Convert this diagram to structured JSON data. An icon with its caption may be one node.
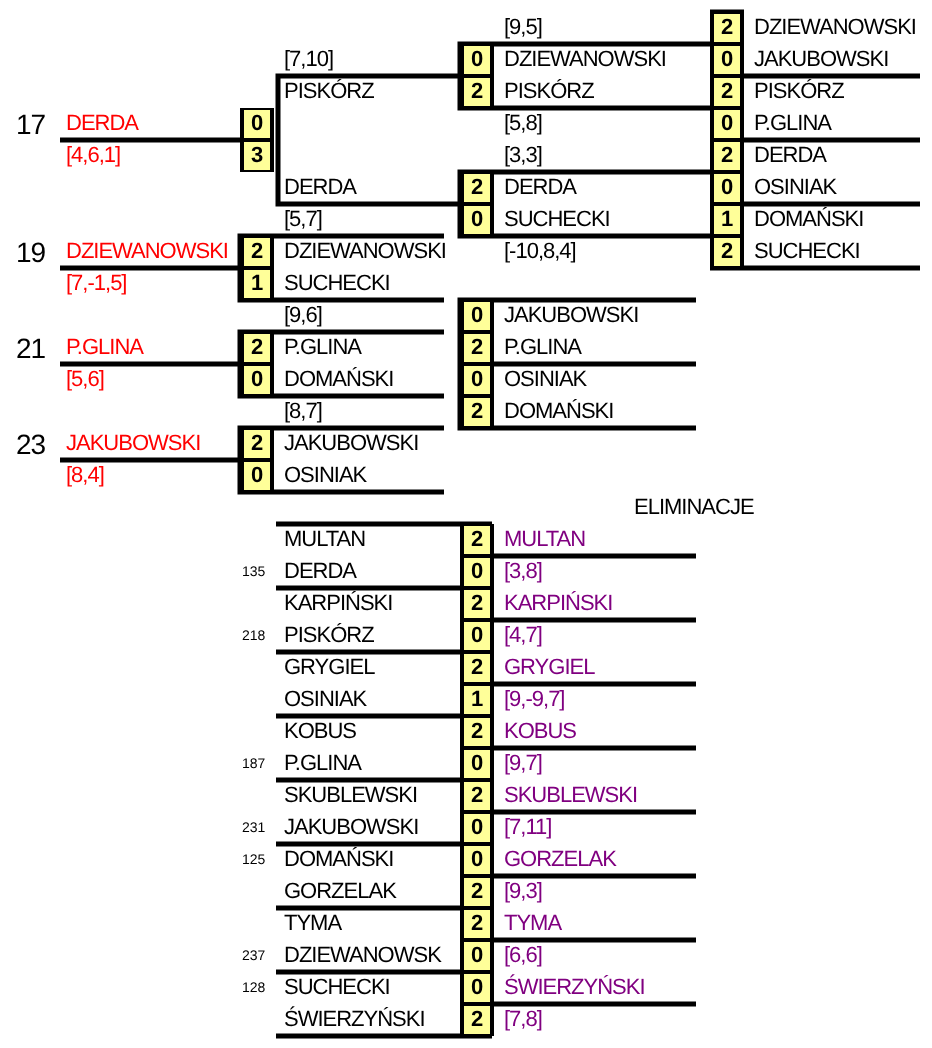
{
  "diagram": {
    "labels": [
      "[9,5]",
      "2",
      "DZIEWANOWSKI",
      "[7,10]",
      "0",
      "DZIEWANOWSKI",
      "0",
      "JAKUBOWSKI",
      "PISKÓRZ",
      "2",
      "PISKÓRZ",
      "2",
      "PISKÓRZ",
      "17",
      "DERDA",
      "0",
      "[5,8]",
      "0",
      "P.GLINA",
      "[4,6,1]",
      "3",
      "[3,3]",
      "2",
      "DERDA",
      "DERDA",
      "2",
      "DERDA",
      "0",
      "OSINIAK",
      "[5,7]",
      "0",
      "SUCHECKI",
      "1",
      "DOMAŃSKI",
      "19",
      "DZIEWANOWSKI",
      "2",
      "DZIEWANOWSKI",
      "[-10,8,4]",
      "2",
      "SUCHECKI",
      "[7,-1,5]",
      "1",
      "SUCHECKI",
      "[9,6]",
      "0",
      "JAKUBOWSKI",
      "21",
      "P.GLINA",
      "2",
      "P.GLINA",
      "2",
      "P.GLINA",
      "[5,6]",
      "0",
      "DOMAŃSKI",
      "0",
      "OSINIAK",
      "[8,7]",
      "2",
      "DOMAŃSKI",
      "23",
      "JAKUBOWSKI",
      "2",
      "JAKUBOWSKI",
      "[8,4]",
      "0",
      "OSINIAK",
      "ELIMINACJE",
      "MULTAN",
      "2",
      "MULTAN",
      "135",
      "DERDA",
      "0",
      "[3,8]",
      "KARPIŃSKI",
      "2",
      "KARPIŃSKI",
      "218",
      "PISKÓRZ",
      "0",
      "[4,7]",
      "GRYGIEL",
      "2",
      "GRYGIEL",
      "OSINIAK",
      "1",
      "[9,-9,7]",
      "KOBUS",
      "2",
      "KOBUS",
      "187",
      "P.GLINA",
      "0",
      "[9,7]",
      "SKUBLEWSKI",
      "2",
      "SKUBLEWSKI",
      "231",
      "JAKUBOWSKI",
      "0",
      "[7,11]",
      "125",
      "DOMAŃSKI",
      "0",
      "GORZELAK",
      "GORZELAK",
      "2",
      "[9,3]",
      "TYMA",
      "2",
      "TYMA",
      "237",
      "DZIEWANOWSK",
      "0",
      "[6,6]",
      "128",
      "SUCHECKI",
      "0",
      "ŚWIERZYŃSKI",
      "ŚWIERZYŃSKI",
      "2",
      "[7,8]"
    ]
  }
}
